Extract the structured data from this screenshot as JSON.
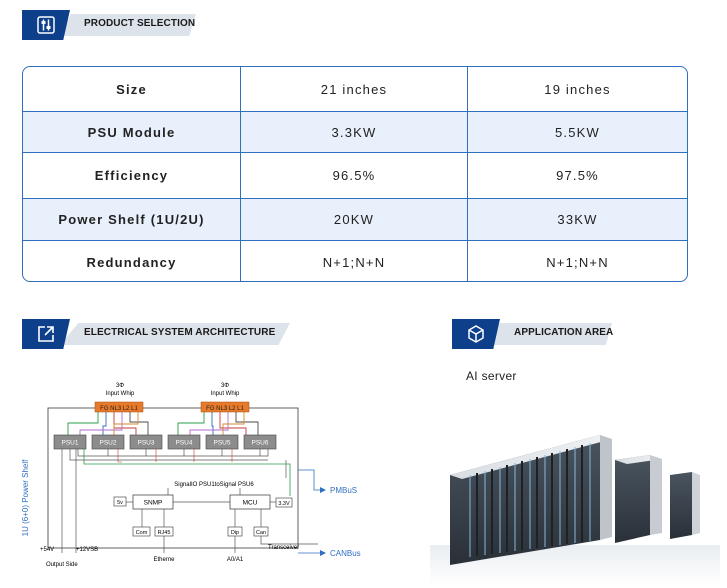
{
  "sections": {
    "product_selection": "PRODUCT SELECTION",
    "electrical_architecture": "ELECTRICAL SYSTEM ARCHITECTURE",
    "application_area": "APPLICATION AREA"
  },
  "table": {
    "rows": [
      {
        "label": "Size",
        "a": "21 inches",
        "b": "19 inches"
      },
      {
        "label": "PSU Module",
        "a": "3.3KW",
        "b": "5.5KW"
      },
      {
        "label": "Efficiency",
        "a": "96.5%",
        "b": "97.5%"
      },
      {
        "label": "Power Shelf (1U/2U)",
        "a": "20KW",
        "b": "33KW"
      },
      {
        "label": "Redundancy",
        "a": "N+1;N+N",
        "b": "N+1;N+N"
      }
    ]
  },
  "application": {
    "text": "AI server"
  },
  "diagram": {
    "shelf_label": "1U (6+0) Power Shelf",
    "whip_title_1": "3Φ",
    "whip_title_2": "Input Whip",
    "whip_pins": "FG NL3 L2 L1",
    "psus": [
      "PSU1",
      "PSU2",
      "PSU3",
      "PSU4",
      "PSU5",
      "PSU6"
    ],
    "signal_label": "SignalIO PSU1toSignal PSU6",
    "snmp": "SNMP",
    "mcu": "MCU",
    "v5": "5v",
    "v33": "3.3V",
    "com": "Com",
    "rj45": "RJ45",
    "dip": "Dip",
    "can": "Can",
    "pmbus": "PMBuS",
    "canbus": "CANBus",
    "transceiver": "Transceiver",
    "v54": "+54V",
    "v12": "+12VSB",
    "output_side": "Output Side",
    "ethernet": "Etherne",
    "a0a1": "A0/A1"
  }
}
